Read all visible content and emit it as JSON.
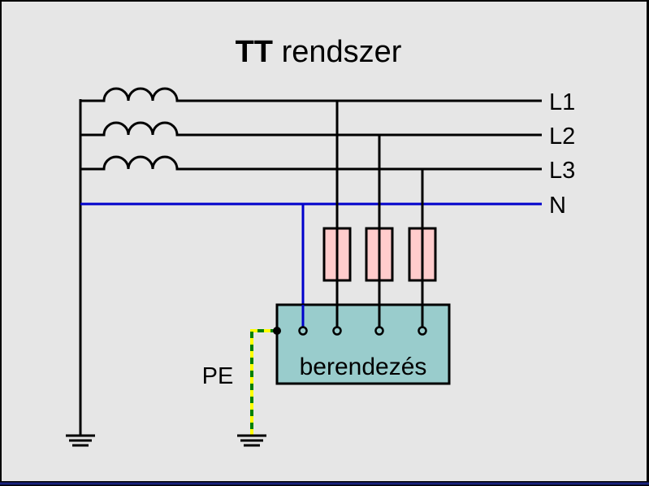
{
  "title": {
    "bold": "TT",
    "rest": " rendszer"
  },
  "lines": {
    "l1": "L1",
    "l2": "L2",
    "l3": "L3",
    "n": "N"
  },
  "device_label": "berendezés",
  "pe_label": "PE",
  "colors": {
    "background": "#e6e6e6",
    "wire": "#000000",
    "neutral": "#0000cc",
    "pe_yellow": "#ffff00",
    "pe_green": "#008000",
    "fuse": "#ffcccc",
    "device": "#99cccc"
  }
}
